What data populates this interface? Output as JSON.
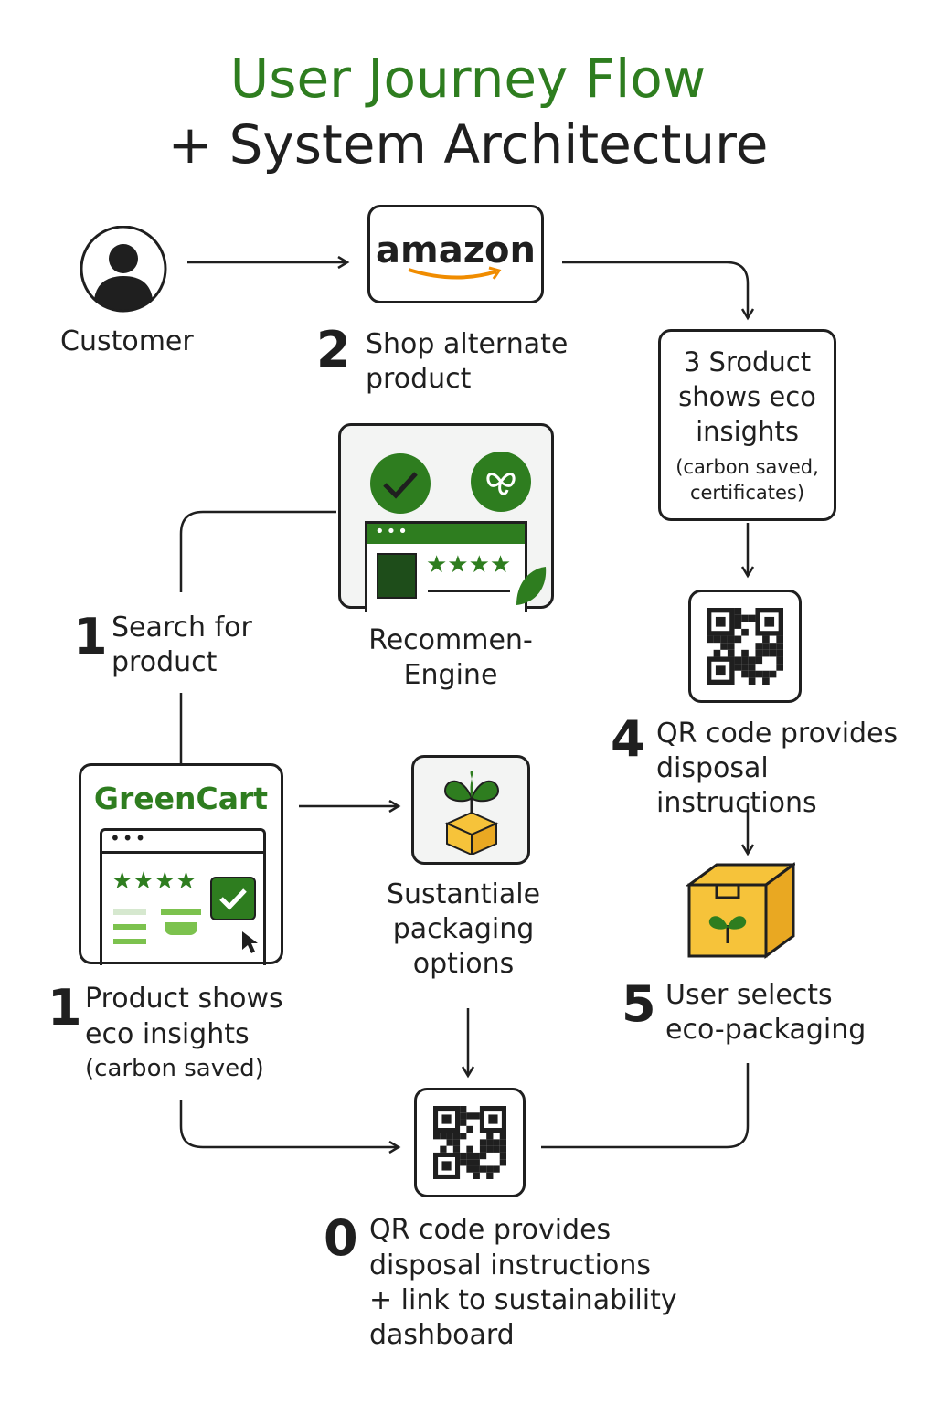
{
  "title": {
    "line1": "User Journey Flow",
    "line2": "+ System Architecture"
  },
  "colors": {
    "brand_green": "#2e7d1f",
    "amazon_orange": "#f08c00",
    "box_yellow": "#f6c33a"
  },
  "customer": {
    "label": "Customer",
    "icon": "person-icon"
  },
  "amazon": {
    "logo_text": "amazon",
    "step_number": "2",
    "step_label_1": "Shop alternate",
    "step_label_2": "product"
  },
  "recommend": {
    "label_1": "Recommen-",
    "label_2": "Engine",
    "rating": "★★★★"
  },
  "search": {
    "step_number": "1",
    "label_1": "Search for",
    "label_2": "product"
  },
  "step3": {
    "line1": "3  Sroduct",
    "line2": "shows eco",
    "line3": "insights",
    "line4": "(carbon saved,",
    "line5": "certificates)"
  },
  "step4": {
    "step_number": "4",
    "label_1": "QR code provides",
    "label_2": "disposal instructions"
  },
  "greencart": {
    "name": "GreenCart",
    "rating": "★★★★"
  },
  "packaging": {
    "label_1": "Sustantiale",
    "label_2": "packaging",
    "label_3": "options"
  },
  "step5": {
    "step_number": "5",
    "label_1": "User selects",
    "label_2": "eco-packaging"
  },
  "product_insights": {
    "step_number": "1",
    "label_1": "Product shows",
    "label_2": "eco insights",
    "label_3": "(carbon saved)"
  },
  "step0": {
    "step_number": "0",
    "label_1": "QR code provides",
    "label_2": "disposal instructions",
    "label_3": "+ link to sustainability",
    "label_4": "dashboard"
  }
}
